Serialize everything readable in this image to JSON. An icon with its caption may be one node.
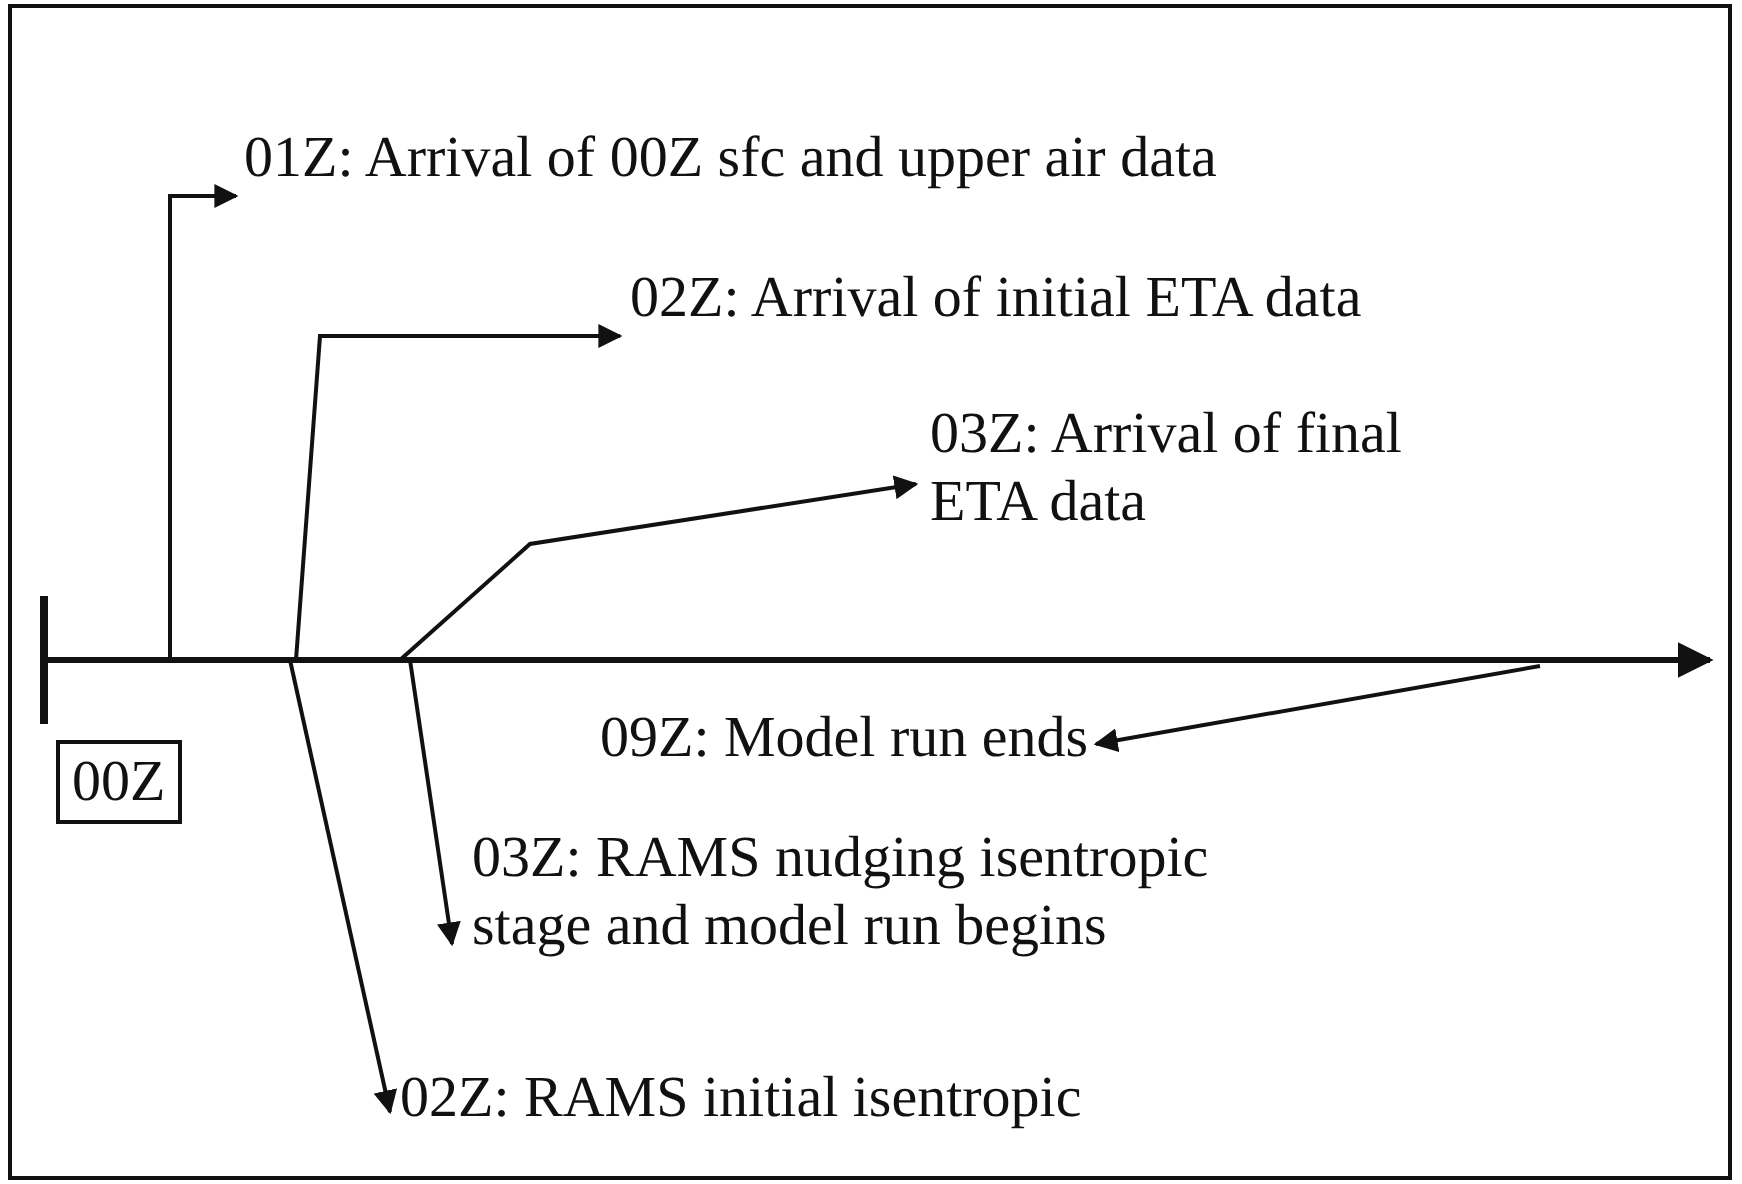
{
  "diagram": {
    "nodes": [
      {
        "text": [
          "00Z"
        ]
      },
      {
        "text": [
          "01Z: Arrival of 00Z sfc and upper air data"
        ]
      },
      {
        "text": [
          "02Z: Arrival of initial ETA data"
        ]
      },
      {
        "text": [
          "03Z: Arrival of final ETA data"
        ]
      },
      {
        "text": [
          "09Z: Model run ends"
        ]
      },
      {
        "text": [
          "03Z: RAMS nudging isentropic stage and model run begins"
        ]
      },
      {
        "text": [
          "02Z: RAMS initial isentropic"
        ]
      }
    ],
    "edges": [
      {
        "from": null,
        "to": 1,
        "arrow": "to"
      },
      {
        "from": null,
        "to": 2,
        "arrow": "to"
      },
      {
        "from": null,
        "to": 3,
        "arrow": "to"
      },
      {
        "from": null,
        "to": 4,
        "arrow": "to"
      },
      {
        "from": null,
        "to": 5,
        "arrow": "to"
      },
      {
        "from": null,
        "to": 6,
        "arrow": "to"
      }
    ]
  }
}
